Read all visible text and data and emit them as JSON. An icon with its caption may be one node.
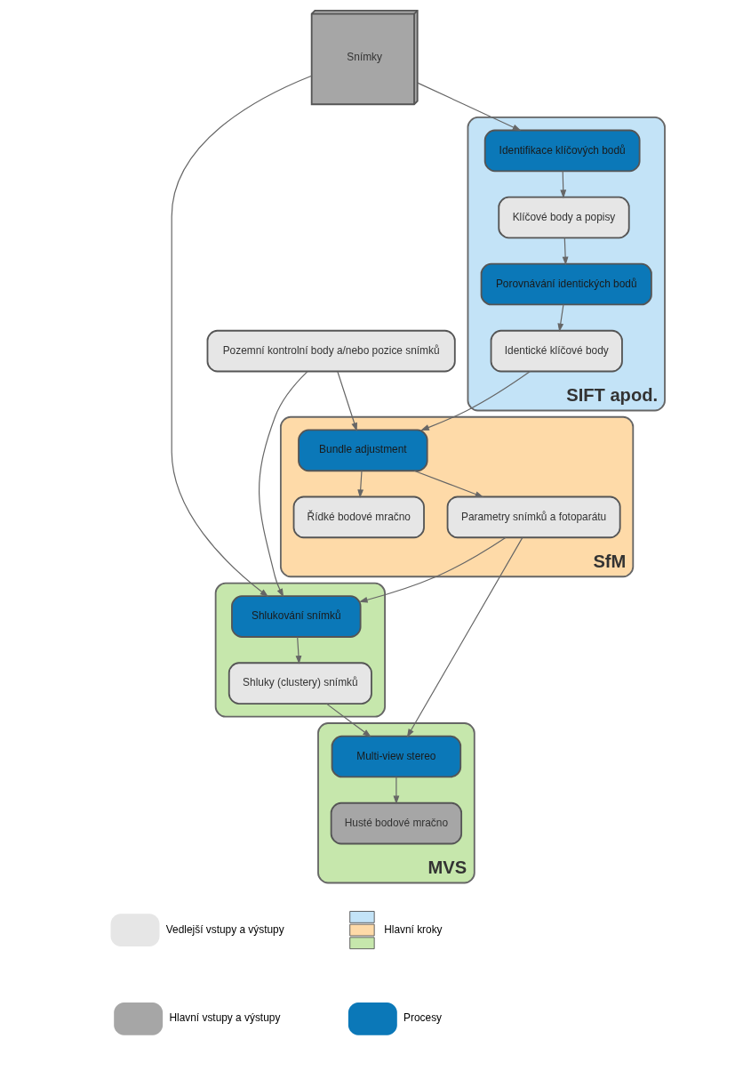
{
  "diagram": {
    "nodes": [
      {
        "text": [
          "Snímky"
        ]
      },
      {
        "text": [
          "SIFT apod."
        ]
      },
      {
        "text": [
          "Identifikace klíčových bodů"
        ],
        "in": 1
      },
      {
        "text": [
          "Klíčové body a popisy"
        ],
        "in": 1
      },
      {
        "text": [
          "Porovnávání identických bodů"
        ],
        "in": 1
      },
      {
        "text": [
          "Identické klíčové body"
        ],
        "in": 1
      },
      {
        "text": [
          "Pozemní kontrolní body a/nebo pozice snímků"
        ]
      },
      {
        "text": [
          "SfM"
        ]
      },
      {
        "text": [
          "Bundle adjustment"
        ],
        "in": 7
      },
      {
        "text": [
          "Řídké bodové mračno"
        ],
        "in": 7
      },
      {
        "text": [
          "Parametry snímků a fotoparátu"
        ],
        "in": 7
      },
      {
        "text": [],
        "shape": "box"
      },
      {
        "text": [
          "Shlukování snímků"
        ],
        "in": 11
      },
      {
        "text": [
          "Shluky (clustery) snímků"
        ],
        "in": 11
      },
      {
        "text": [
          "MVS"
        ]
      },
      {
        "text": [
          "Multi-view stereo"
        ],
        "in": 14
      },
      {
        "text": [
          "Husté bodové mračno"
        ],
        "in": 14
      }
    ],
    "edges": [
      {
        "from": 0,
        "to": 2,
        "arrow": "to"
      },
      {
        "from": 2,
        "to": 3,
        "arrow": "to"
      },
      {
        "from": 3,
        "to": 4,
        "arrow": "to"
      },
      {
        "from": 4,
        "to": 5,
        "arrow": "to"
      },
      {
        "from": 5,
        "to": 8,
        "arrow": "to"
      },
      {
        "from": 6,
        "to": 8,
        "arrow": "to"
      },
      {
        "from": 8,
        "to": 9,
        "arrow": "to"
      },
      {
        "from": 8,
        "to": 10,
        "arrow": "to"
      },
      {
        "from": 0,
        "to": 12,
        "arrow": "to"
      },
      {
        "from": 6,
        "to": 12,
        "arrow": "to"
      },
      {
        "from": 10,
        "to": 12,
        "arrow": "to"
      },
      {
        "from": 12,
        "to": 13,
        "arrow": "to"
      },
      {
        "from": 10,
        "to": 15,
        "arrow": "to"
      },
      {
        "from": 13,
        "to": 15,
        "arrow": "to"
      },
      {
        "from": 15,
        "to": 16,
        "arrow": "to"
      }
    ],
    "legend": [
      {
        "text": "Hlavní kroky"
      },
      {
        "text": "Vedlejší vstupy a výstupy",
        "color": "#e6e6e6"
      },
      {
        "text": "Procesy",
        "color": "#0b78b8"
      },
      {
        "text": "Hlavní vstupy a výstupy",
        "color": "#a6a6a6"
      }
    ]
  }
}
